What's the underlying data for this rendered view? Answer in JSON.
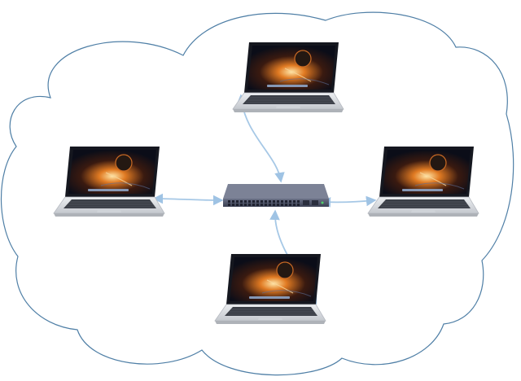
{
  "diagram": {
    "type": "star-network",
    "boundary": "cloud",
    "hub": {
      "device": "network-switch",
      "icon": "switch-icon"
    },
    "nodes": [
      {
        "id": "top",
        "device": "laptop",
        "icon": "laptop-icon"
      },
      {
        "id": "left",
        "device": "laptop",
        "icon": "laptop-icon"
      },
      {
        "id": "right",
        "device": "laptop",
        "icon": "laptop-icon"
      },
      {
        "id": "bottom",
        "device": "laptop",
        "icon": "laptop-icon"
      }
    ],
    "links": [
      {
        "from": "hub",
        "to": "top",
        "arrows": "both"
      },
      {
        "from": "hub",
        "to": "left",
        "arrows": "both"
      },
      {
        "from": "hub",
        "to": "right",
        "arrows": "both"
      },
      {
        "from": "hub",
        "to": "bottom",
        "arrows": "both"
      }
    ]
  },
  "colors": {
    "cloud_outline": "#4f7fa6",
    "link": "#a6c8e6",
    "switch_body": "#4a4f63",
    "screen_bg": "#0b0d18",
    "laptop_body": "#dcdfe4"
  }
}
